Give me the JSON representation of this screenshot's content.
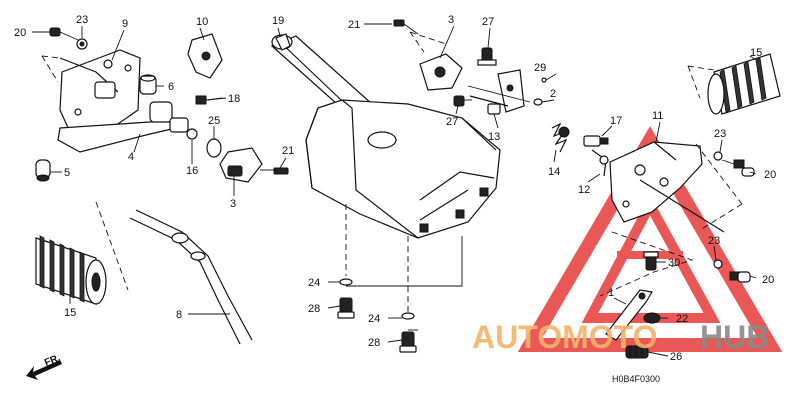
{
  "diagram": {
    "code": "H0B4F0300",
    "direction_label": "FR.",
    "labels": {
      "p1": "1",
      "p2": "2",
      "p3a": "3",
      "p3b": "3",
      "p4": "4",
      "p5": "5",
      "p6": "6",
      "p8": "8",
      "p9": "9",
      "p10": "10",
      "p11": "11",
      "p12": "12",
      "p13": "13",
      "p14": "14",
      "p15a": "15",
      "p15b": "15",
      "p16": "16",
      "p17": "17",
      "p18": "18",
      "p19": "19",
      "p20a": "20",
      "p20b": "20",
      "p20c": "20",
      "p21a": "21",
      "p21b": "21",
      "p22": "22",
      "p23a": "23",
      "p23b": "23",
      "p23c": "23",
      "p24a": "24",
      "p24b": "24",
      "p25": "25",
      "p26": "26",
      "p27a": "27",
      "p27b": "27",
      "p28a": "28",
      "p28b": "28",
      "p29": "29",
      "p30": "30"
    }
  },
  "watermark": {
    "text_a": "AUTOMOTO",
    "text_b": "HUB",
    "color_a": "#f4b36a",
    "color_b": "#8a8a8a",
    "triangle_color": "#e63a3a"
  }
}
